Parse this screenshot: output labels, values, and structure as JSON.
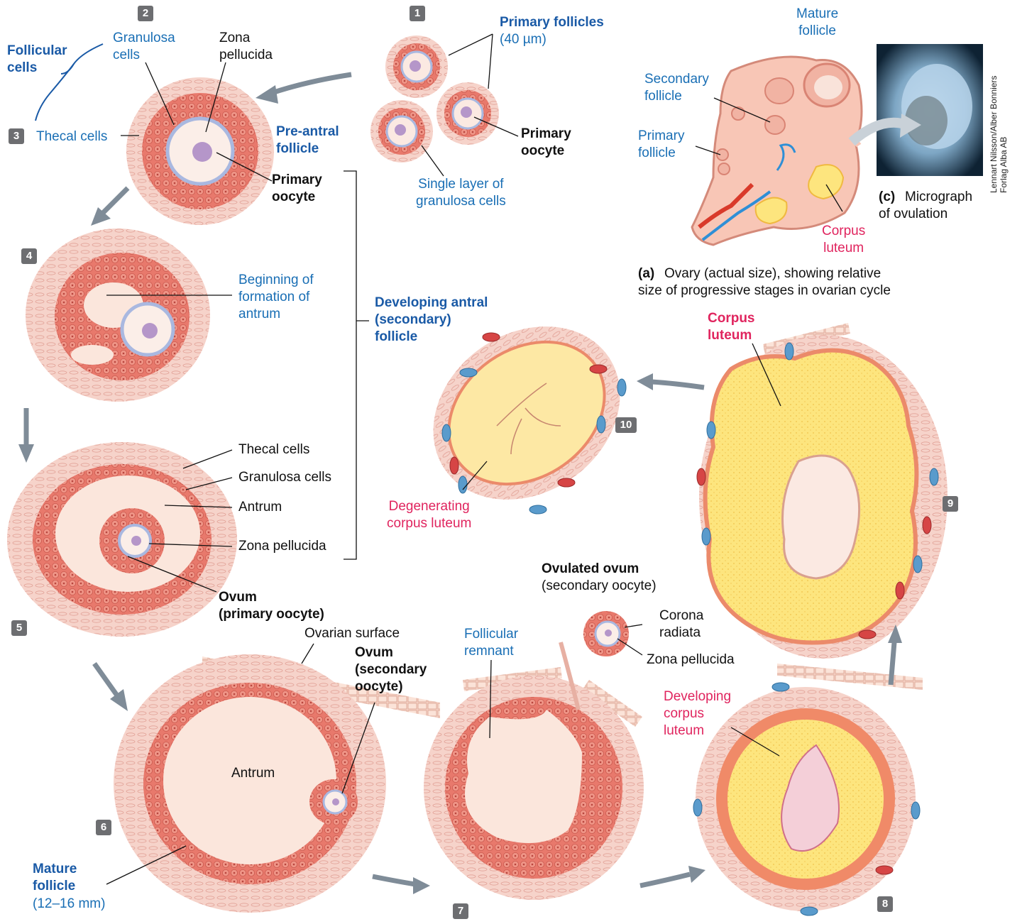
{
  "step_numbers": [
    "1",
    "2",
    "3",
    "4",
    "5",
    "6",
    "7",
    "8",
    "9",
    "10"
  ],
  "stage1": {
    "title": "Primary follicles",
    "size": "(40 µm)",
    "oocyte": "Primary\noocyte",
    "layer": "Single layer of\ngranulosa cells"
  },
  "stage2_3": {
    "follicular_cells": "Follicular\ncells",
    "granulosa": "Granulosa\ncells",
    "zona": "Zona\npellucida",
    "thecal": "Thecal cells",
    "preantral": "Pre-antral\nfollicle",
    "oocyte": "Primary\noocyte"
  },
  "stage4": {
    "antrum_begin": "Beginning of\nformation of\nantrum"
  },
  "antral": {
    "label": "Developing antral\n(secondary)\nfollicle"
  },
  "stage5": {
    "thecal": "Thecal cells",
    "granulosa": "Granulosa cells",
    "antrum": "Antrum",
    "zona": "Zona pellucida",
    "ovum": "Ovum\n(primary oocyte)"
  },
  "stage6": {
    "surface": "Ovarian surface",
    "ovum": "Ovum\n(secondary\noocyte)",
    "antrum": "Antrum",
    "mature": "Mature\nfollicle",
    "size": "(12–16 mm)"
  },
  "stage7": {
    "remnant": "Follicular\nremnant",
    "ovulated_title": "Ovulated ovum",
    "ovulated_sub": "(secondary oocyte)",
    "corona": "Corona\nradiata",
    "zona": "Zona pellucida"
  },
  "stage8": {
    "developing": "Developing\ncorpus\nluteum"
  },
  "stage9": {
    "corpus": "Corpus\nluteum"
  },
  "stage10": {
    "degenerating": "Degenerating\ncorpus luteum"
  },
  "panel_a": {
    "mature": "Mature\nfollicle",
    "secondary": "Secondary\nfollicle",
    "primary": "Primary\nfollicle",
    "corpus": "Corpus\nluteum",
    "caption_letter": "(a)",
    "caption": "Ovary (actual size), showing relative\nsize of progressive stages in ovarian cycle"
  },
  "panel_c": {
    "caption_letter": "(c)",
    "caption": "Micrograph\nof ovulation",
    "credit": "Lennart Nilsson/Alber Bonniers\nForlag Alba AB"
  },
  "colors": {
    "theca": "#f4c7bd",
    "granulosa": "#e8796c",
    "granulosa_dark": "#d85f55",
    "antrum": "#fbe6dc",
    "zona": "#a9b8e0",
    "luteal": "#fde57e",
    "arrow": "#7f8c98",
    "blue_label": "#1a6fb5",
    "pink_label": "#e0245e"
  }
}
